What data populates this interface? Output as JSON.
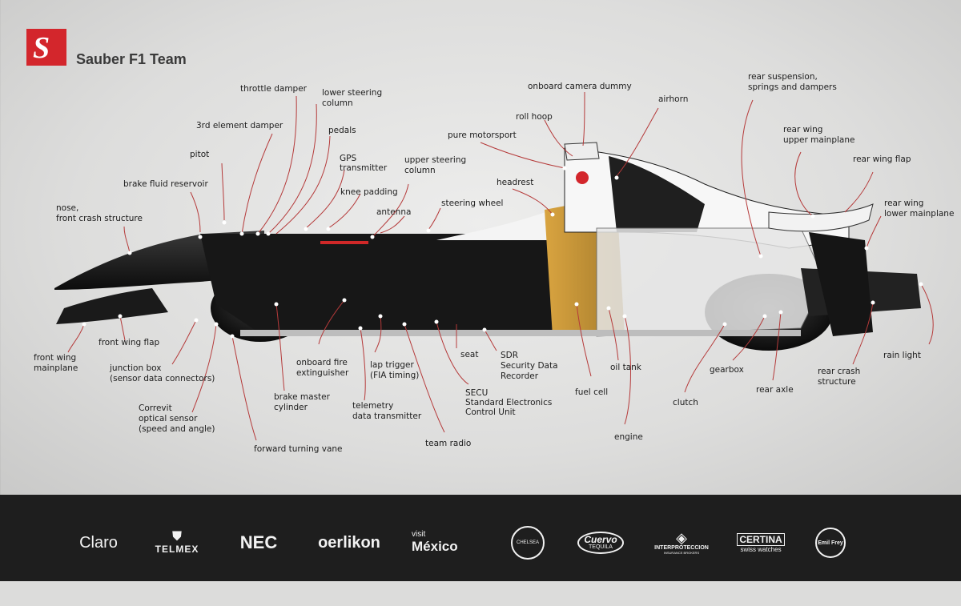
{
  "brand": {
    "logo_letter": "S",
    "team_name": "Sauber F1 Team",
    "accent": "#d3262c"
  },
  "labels": {
    "throttle_damper": "throttle damper",
    "lower_steering_column": [
      "lower steering",
      "column"
    ],
    "pedals": "pedals",
    "third_element_damper": "3rd element damper",
    "pitot": "pitot",
    "gps_transmitter": [
      "GPS",
      "transmitter"
    ],
    "upper_steering_column": [
      "upper steering",
      "column"
    ],
    "brake_fluid_reservoir": "brake fluid reservoir",
    "knee_padding": "knee padding",
    "nose": [
      "nose,",
      "front crash structure"
    ],
    "antenna": "antenna",
    "steering_wheel": "steering wheel",
    "onboard_camera_dummy": "onboard camera dummy",
    "roll_hoop": "roll hoop",
    "airhorn": "airhorn",
    "pure_motorsport": "pure motorsport",
    "headrest": "headrest",
    "rear_suspension": [
      "rear suspension,",
      "springs and dampers"
    ],
    "rear_wing_upper": [
      "rear wing",
      "upper mainplane"
    ],
    "rear_wing_flap": "rear wing flap",
    "rear_wing_lower": [
      "rear wing",
      "lower mainplane"
    ],
    "front_wing_mainplane": [
      "front wing",
      "mainplane"
    ],
    "front_wing_flap": "front wing flap",
    "junction_box": [
      "junction box",
      "(sensor data connectors)"
    ],
    "correvit": [
      "Correvit",
      "optical sensor",
      "(speed and angle)"
    ],
    "onboard_fire_extinguisher": [
      "onboard fire",
      "extinguisher"
    ],
    "brake_master_cylinder": [
      "brake master",
      "cylinder"
    ],
    "forward_turning_vane": "forward turning vane",
    "lap_trigger": [
      "lap trigger",
      "(FIA timing)"
    ],
    "telemetry": [
      "telemetry",
      "data transmitter"
    ],
    "team_radio": "team radio",
    "seat": "seat",
    "sdr": [
      "SDR",
      "Security Data",
      "Recorder"
    ],
    "secu": [
      "SECU",
      "Standard Electronics",
      "Control Unit"
    ],
    "fuel_cell": "fuel cell",
    "oil_tank": "oil tank",
    "engine": "engine",
    "clutch": "clutch",
    "gearbox": "gearbox",
    "rear_axle": "rear axle",
    "rear_crash_structure": [
      "rear crash",
      "structure"
    ],
    "rain_light": "rain light"
  },
  "sponsors": [
    "Claro",
    "TELMEX",
    "NEC",
    "oerlikon",
    "visit",
    "México",
    "CHELSEA",
    "Cuervo",
    "TEQUILA",
    "INTERPROTECCION",
    "INSURANCE BROKERS",
    "CERTINA",
    "swiss watches",
    "Emil Frey"
  ]
}
